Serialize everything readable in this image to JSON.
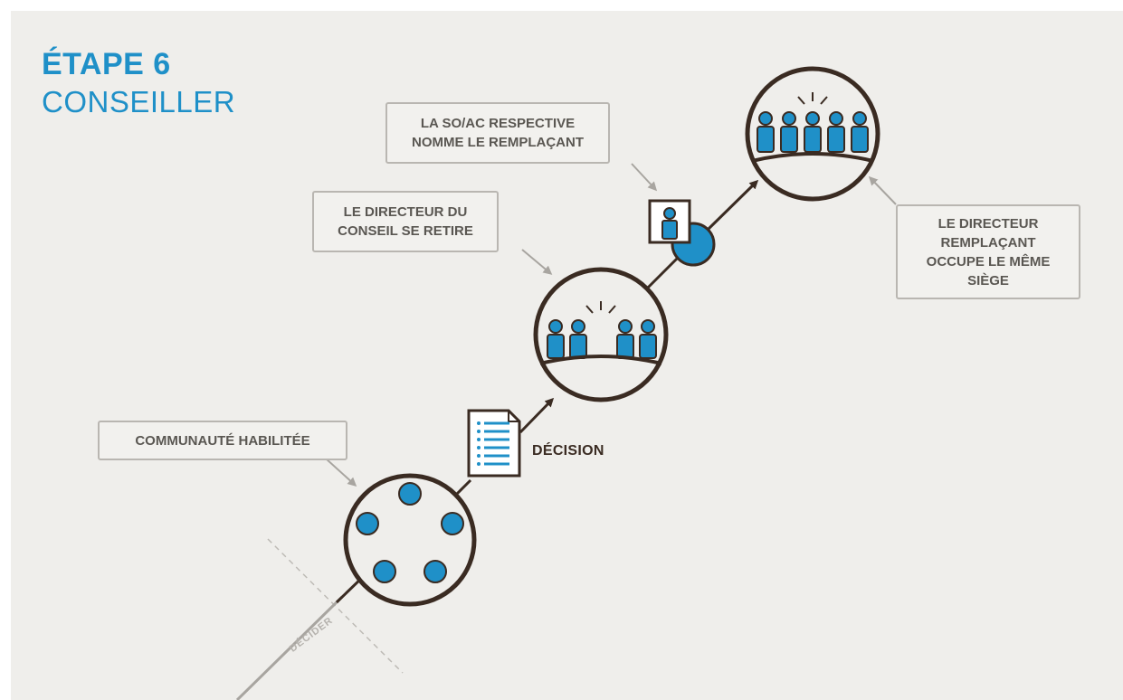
{
  "header": {
    "step": "ÉTAPE 6",
    "name": "CONSEILLER"
  },
  "labels": {
    "community": "COMMUNAUTÉ HABILITÉE",
    "director_leaves": [
      "LE DIRECTEUR DU",
      "CONSEIL SE RETIRE"
    ],
    "soac_appoints": [
      "LA SO/AC RESPECTIVE",
      "NOMME LE REMPLAÇANT"
    ],
    "replacement_seat": [
      "LE DIRECTEUR",
      "REMPLAÇANT",
      "OCCUPE LE MÊME",
      "SIÈGE"
    ],
    "decision": "DÉCISION",
    "decide_line": "DÉCIDER"
  },
  "colors": {
    "accent_blue": "#1f90c8",
    "dark_brown": "#3a2b22",
    "background": "#efeeeb",
    "box_border": "#b9b6b1",
    "muted_text": "#5a5752"
  },
  "icons": {
    "community": "community-circle-icon",
    "document": "document-list-icon",
    "board_with_gap": "board-meeting-gap-icon",
    "replacement_portrait": "portrait-frame-icon",
    "full_board": "board-meeting-full-icon"
  }
}
